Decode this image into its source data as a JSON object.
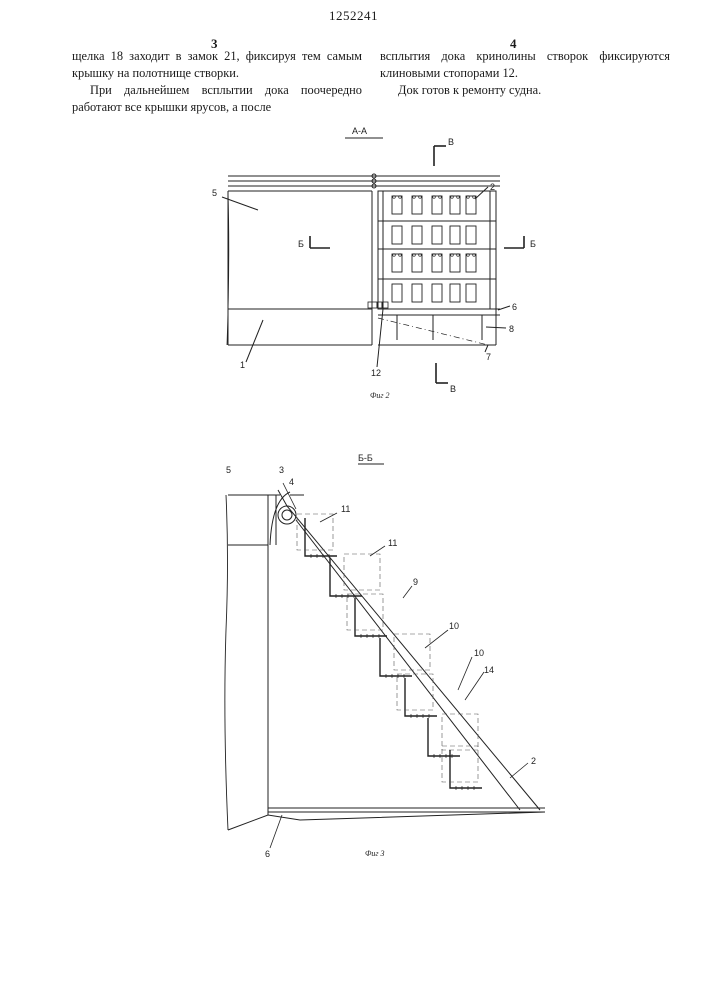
{
  "header": {
    "patent_number": "1252241",
    "left_column_number": "3",
    "right_column_number": "4"
  },
  "text": {
    "left_col": [
      "щелка 18 заходит в замок 21, фиксируя тем самым крышку на полотнище створки.",
      "При дальнейшем всплытии дока поочередно работают все крышки ярусов, а после"
    ],
    "right_col": [
      "всплытия дока кринолины створок фиксируются клиновыми стопорами 12.",
      "Док готов к ремонту судна."
    ]
  },
  "fig2": {
    "section_title": "А-А",
    "caption": "Фиг 2",
    "labels": {
      "l5": "5",
      "l2": "2",
      "l6": "6",
      "l8": "8",
      "l7": "7",
      "l1": "1",
      "l12": "12",
      "b_left": "Б",
      "b_right": "Б",
      "v_top": "В",
      "v_bottom": "В"
    }
  },
  "fig3": {
    "section_title": "Б-Б",
    "caption": "Фиг 3",
    "labels": {
      "l5": "5",
      "l3": "3",
      "l4": "4",
      "l11a": "11",
      "l11b": "11",
      "l9": "9",
      "l10a": "10",
      "l10b": "10",
      "l14": "14",
      "l2": "2",
      "l6": "6"
    }
  }
}
